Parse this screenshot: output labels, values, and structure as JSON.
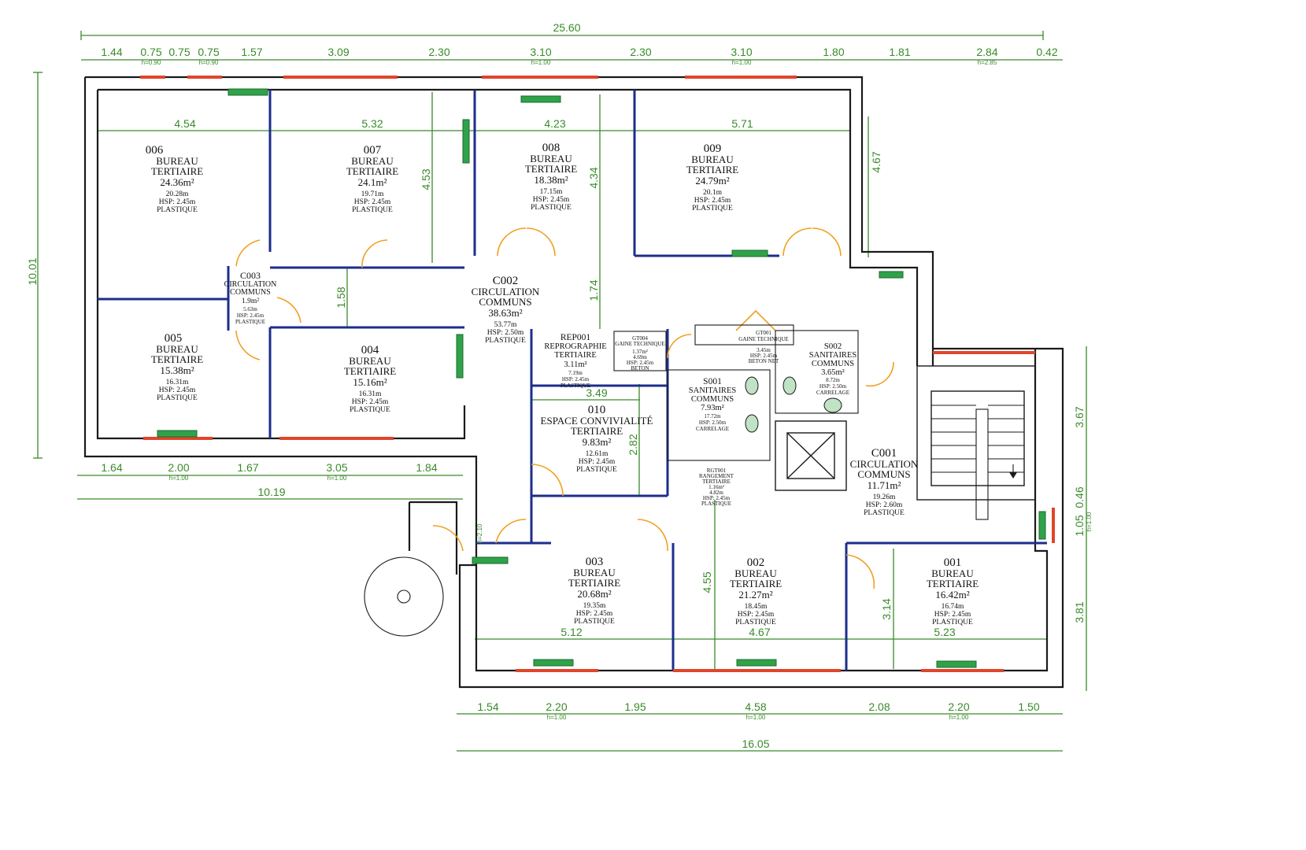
{
  "rooms": [
    {
      "id": "006",
      "lines": [
        "BUREAU",
        "TERTIAIRE"
      ],
      "area": "24.36m²",
      "details": [
        "20.28m",
        "HSP: 2.45m",
        "PLASTIQUE"
      ]
    },
    {
      "id": "007",
      "lines": [
        "BUREAU",
        "TERTIAIRE"
      ],
      "area": "24.1m²",
      "details": [
        "19.71m",
        "HSP: 2.45m",
        "PLASTIQUE"
      ]
    },
    {
      "id": "008",
      "lines": [
        "BUREAU",
        "TERTIAIRE"
      ],
      "area": "18.38m²",
      "details": [
        "17.15m",
        "HSP: 2.45m",
        "PLASTIQUE"
      ]
    },
    {
      "id": "009",
      "lines": [
        "BUREAU",
        "TERTIAIRE"
      ],
      "area": "24.79m²",
      "details": [
        "20.1m",
        "HSP: 2.45m",
        "PLASTIQUE"
      ]
    },
    {
      "id": "C003",
      "lines": [
        "CIRCULATION",
        "COMMUNS"
      ],
      "area": "1.9m²",
      "details": [
        "5.63m",
        "HSP: 2.45m",
        "PLASTIQUE"
      ]
    },
    {
      "id": "C002",
      "lines": [
        "CIRCULATION",
        "COMMUNS"
      ],
      "area": "38.63m²",
      "details": [
        "53.77m",
        "HSP: 2.50m",
        "PLASTIQUE"
      ]
    },
    {
      "id": "005",
      "lines": [
        "BUREAU",
        "TERTIAIRE"
      ],
      "area": "15.38m²",
      "details": [
        "16.31m",
        "HSP: 2.45m",
        "PLASTIQUE"
      ]
    },
    {
      "id": "004",
      "lines": [
        "BUREAU",
        "TERTIAIRE"
      ],
      "area": "15.16m²",
      "details": [
        "16.31m",
        "HSP: 2.45m",
        "PLASTIQUE"
      ]
    },
    {
      "id": "REP001",
      "lines": [
        "REPROGRAPHIE",
        "TERTIAIRE"
      ],
      "area": "3.11m²",
      "details": [
        "7.19m",
        "HSP: 2.45m",
        "PLASTIQUE"
      ]
    },
    {
      "id": "GT004",
      "lines": [
        "GAINE TECHNIQUE"
      ],
      "area": "1.37m²",
      "details": [
        "4.69m",
        "HSP: 2.45m",
        "BETON"
      ]
    },
    {
      "id": "GT001",
      "lines": [
        "GAINE TECHNIQUE"
      ],
      "area": "",
      "details": [
        "3.45m",
        "HSP: 2.45m",
        "BETON NET"
      ]
    },
    {
      "id": "S002",
      "lines": [
        "SANITAIRES",
        "COMMUNS"
      ],
      "area": "3.65m²",
      "details": [
        "8.72m",
        "HSP: 2.50m",
        "CARRELAGE"
      ]
    },
    {
      "id": "S001",
      "lines": [
        "SANITAIRES",
        "COMMUNS"
      ],
      "area": "7.93m²",
      "details": [
        "17.72m",
        "HSP: 2.50m",
        "CARRELAGE"
      ]
    },
    {
      "id": "010",
      "lines": [
        "ESPACE CONVIVIALITÉ",
        "TERTIAIRE"
      ],
      "area": "9.83m²",
      "details": [
        "12.61m",
        "HSP: 2.45m",
        "PLASTIQUE"
      ]
    },
    {
      "id": "RGT001",
      "lines": [
        "RANGEMENT",
        "TERTIAIRE"
      ],
      "area": "1.16m²",
      "details": [
        "4.82m",
        "HSP: 2.45m",
        "PLASTIQUE"
      ]
    },
    {
      "id": "C001",
      "lines": [
        "CIRCULATION",
        "COMMUNS"
      ],
      "area": "11.71m²",
      "details": [
        "19.26m",
        "HSP: 2.60m",
        "PLASTIQUE"
      ]
    },
    {
      "id": "003",
      "lines": [
        "BUREAU",
        "TERTIAIRE"
      ],
      "area": "20.68m²",
      "details": [
        "19.35m",
        "HSP: 2.45m",
        "PLASTIQUE"
      ]
    },
    {
      "id": "002",
      "lines": [
        "BUREAU",
        "TERTIAIRE"
      ],
      "area": "21.27m²",
      "details": [
        "18.45m",
        "HSP: 2.45m",
        "PLASTIQUE"
      ]
    },
    {
      "id": "001",
      "lines": [
        "BUREAU",
        "TERTIAIRE"
      ],
      "area": "16.42m²",
      "details": [
        "16.74m",
        "HSP: 2.45m",
        "PLASTIQUE"
      ]
    }
  ],
  "dimensions": {
    "top_total": "25.60",
    "top_segments": [
      "1.44",
      "0.75",
      "0.75",
      "0.75",
      "1.57",
      "3.09",
      "2.30",
      "3.10",
      "2.30",
      "3.10",
      "1.80",
      "1.81",
      "2.84",
      "0.42"
    ],
    "top_heights": [
      "h=0.90",
      "h=0.90",
      "h=1.00",
      "h=1.00",
      "h=2.85"
    ],
    "left_total": "10.01",
    "room_widths": [
      "4.54",
      "5.32",
      "4.23",
      "5.71"
    ],
    "vertical_inner": [
      "4.53",
      "4.34",
      "4.67",
      "1.58",
      "1.74",
      "2.82",
      "4.55",
      "3.14"
    ],
    "inner_misc": [
      "3.49"
    ],
    "mid_segments": [
      "1.64",
      "2.00",
      "1.67",
      "3.05",
      "1.84"
    ],
    "mid_heights": [
      "h=1.00",
      "h=1.00",
      "h=2.10"
    ],
    "mid_total": "10.19",
    "lower_widths": [
      "5.12",
      "4.67",
      "5.23"
    ],
    "right_vertical": [
      "3.67",
      "0.46",
      "1.05",
      "3.81"
    ],
    "right_height": "h=1.00",
    "bottom_segments": [
      "1.54",
      "2.20",
      "1.95",
      "4.58",
      "2.08",
      "2.20",
      "1.50"
    ],
    "bottom_heights": [
      "h=1.00",
      "h=1.00",
      "h=1.00"
    ],
    "bottom_total": "16.05"
  },
  "colors": {
    "walls": "#1a1a1a",
    "partitions": "#1c2e8c",
    "windows": "#e0452a",
    "doors": "#f0a020",
    "dimensions": "#3a8a2a",
    "radiators": "#2fa24a"
  }
}
